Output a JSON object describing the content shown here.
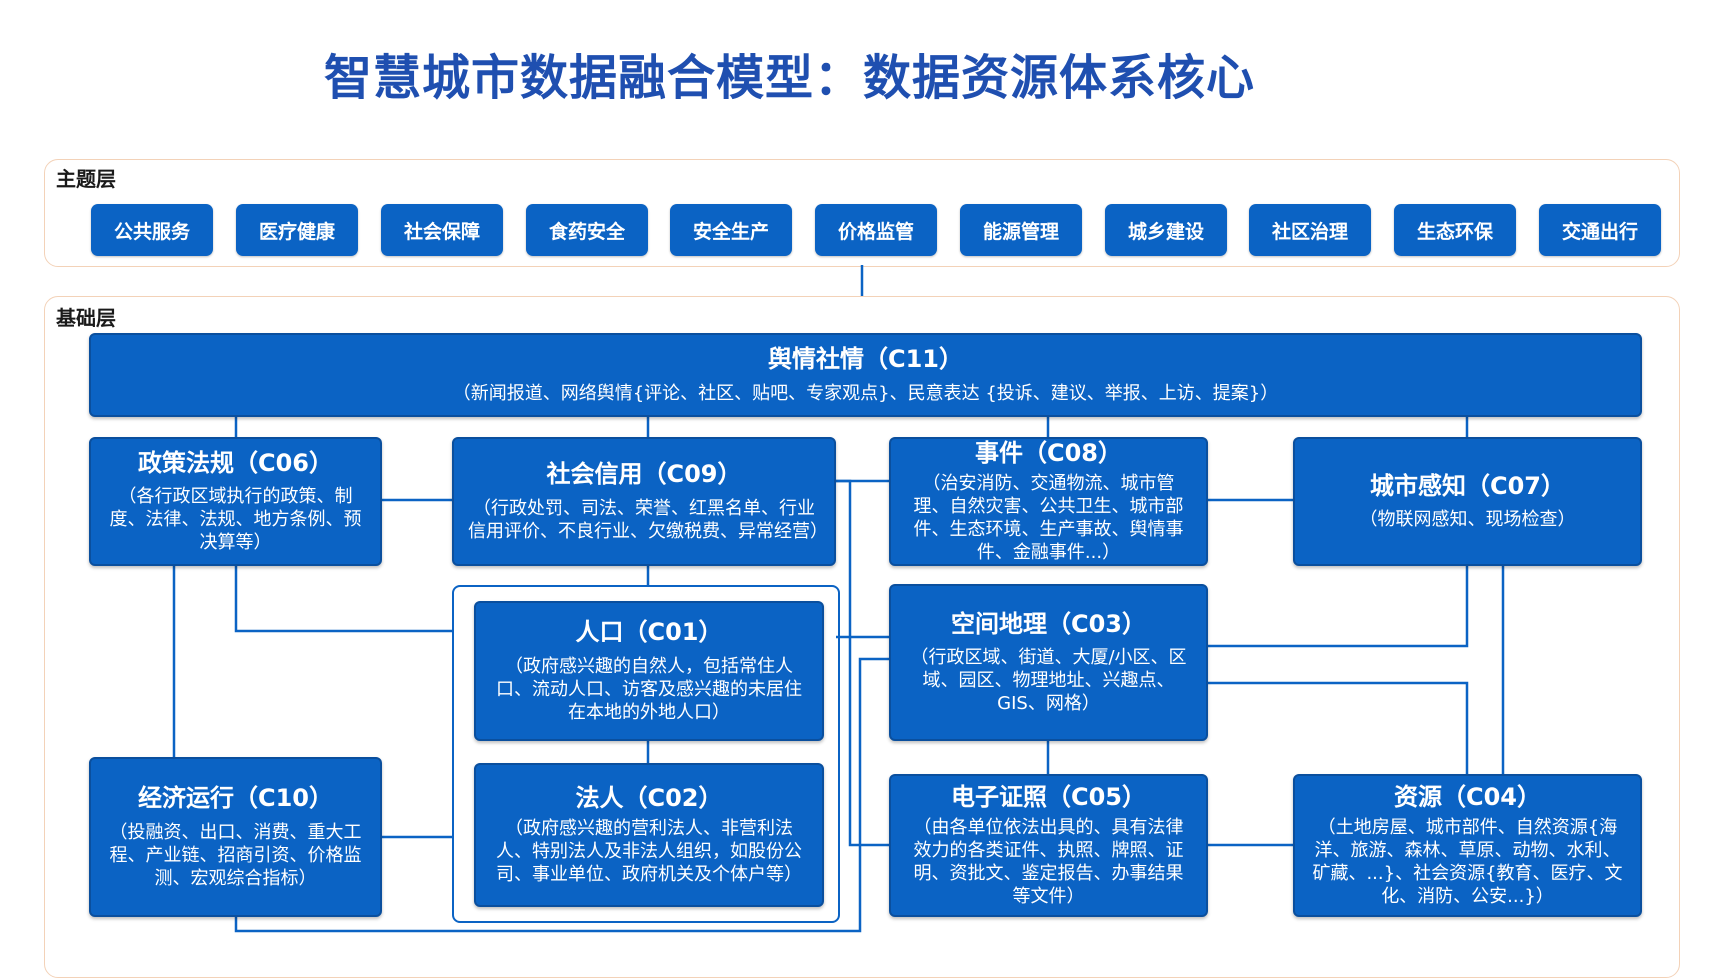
{
  "title": "智慧城市数据融合模型：数据资源体系核心",
  "theme_layer": {
    "label": "主题层",
    "items": [
      "公共服务",
      "医疗健康",
      "社会保障",
      "食药安全",
      "安全生产",
      "价格监管",
      "能源管理",
      "城乡建设",
      "社区治理",
      "生态环保",
      "交通出行"
    ]
  },
  "base_layer": {
    "label": "基础层",
    "c11": {
      "title": "舆情社情（C11）",
      "desc": "（新闻报道、网络舆情{评论、社区、贴吧、专家观点}、民意表达 {投诉、建议、举报、上访、提案}）"
    },
    "c06": {
      "title": "政策法规（C06）",
      "desc": "（各行政区域执行的政策、制度、法律、法规、地方条例、预决算等）"
    },
    "c09": {
      "title": "社会信用（C09）",
      "desc": "（行政处罚、司法、荣誉、红黑名单、行业信用评价、不良行业、欠缴税费、异常经营）"
    },
    "c08": {
      "title": "事件（C08）",
      "desc": "（治安消防、交通物流、城市管理、自然灾害、公共卫生、城市部件、生态环境、生产事故、舆情事件、金融事件...）"
    },
    "c07": {
      "title": "城市感知（C07）",
      "desc": "（物联网感知、现场检查）"
    },
    "c01": {
      "title": "人口（C01）",
      "desc": "（政府感兴趣的自然人，包括常住人口、流动人口、访客及感兴趣的未居住在本地的外地人口）"
    },
    "c03": {
      "title": "空间地理（C03）",
      "desc": "（行政区域、街道、大厦/小区、区域、园区、物理地址、兴趣点、GIS、网格）"
    },
    "c02": {
      "title": "法人（C02）",
      "desc": "（政府感兴趣的营利法人、非营利法人、特别法人及非法人组织，如股份公司、事业单位、政府机关及个体户等）"
    },
    "c10": {
      "title": "经济运行（C10）",
      "desc": "（投融资、出口、消费、重大工程、产业链、招商引资、价格监测、宏观综合指标）"
    },
    "c05": {
      "title": "电子证照（C05）",
      "desc": "（由各单位依法出具的、具有法律效力的各类证件、执照、牌照、证明、资批文、鉴定报告、办事结果等文件）"
    },
    "c04": {
      "title": "资源（C04）",
      "desc": "（土地房屋、城市部件、自然资源{海洋、旅游、森林、草原、动物、水利、矿藏、...}、社会资源{教育、医疗、文化、消防、公安...}）"
    }
  },
  "colors": {
    "box": "#0b63c4",
    "line": "#0b63c4",
    "title": "#1f4fb0",
    "frame": "#f3d2b8"
  }
}
